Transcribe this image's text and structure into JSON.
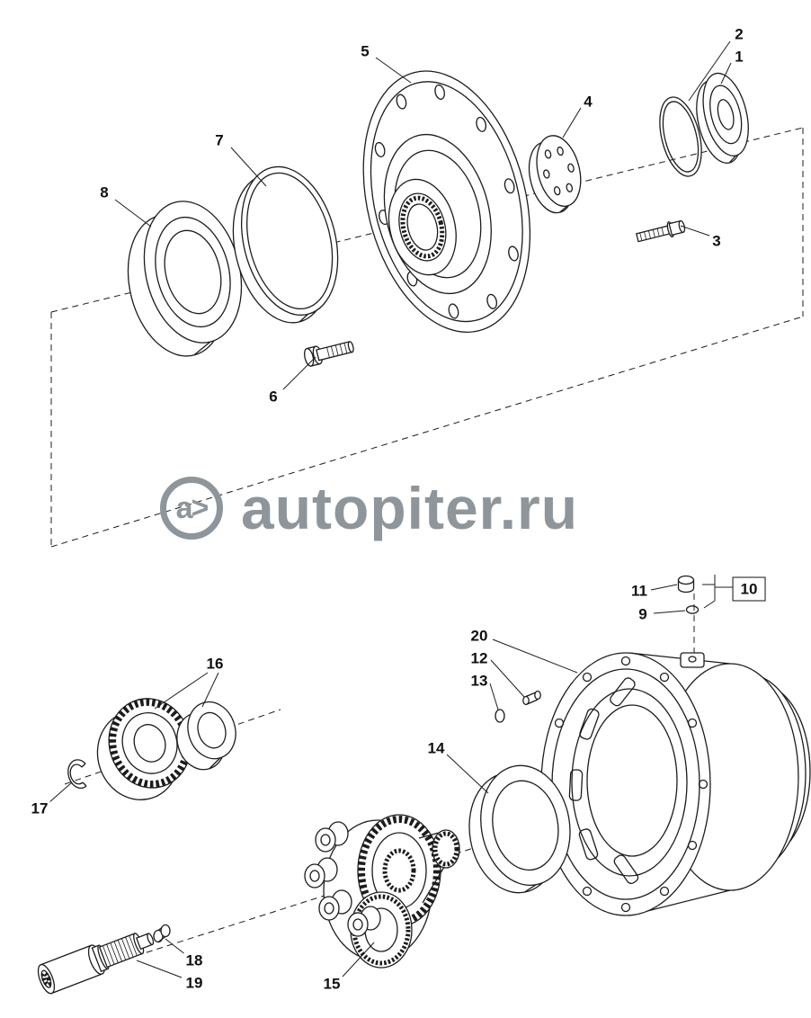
{
  "watermark": {
    "logo": "a>",
    "text": "autopiter.ru",
    "color": "#8e969c"
  },
  "callouts": [
    {
      "label": "1",
      "boxed": false
    },
    {
      "label": "2",
      "boxed": false
    },
    {
      "label": "3",
      "boxed": false
    },
    {
      "label": "4",
      "boxed": false
    },
    {
      "label": "5",
      "boxed": false
    },
    {
      "label": "6",
      "boxed": false
    },
    {
      "label": "7",
      "boxed": false
    },
    {
      "label": "8",
      "boxed": false
    },
    {
      "label": "9",
      "boxed": false
    },
    {
      "label": "10",
      "boxed": true
    },
    {
      "label": "11",
      "boxed": false
    },
    {
      "label": "12",
      "boxed": false
    },
    {
      "label": "13",
      "boxed": false
    },
    {
      "label": "14",
      "boxed": false
    },
    {
      "label": "15",
      "boxed": false
    },
    {
      "label": "16",
      "boxed": false
    },
    {
      "label": "17",
      "boxed": false
    },
    {
      "label": "18",
      "boxed": false
    },
    {
      "label": "19",
      "boxed": false
    },
    {
      "label": "20",
      "boxed": false
    }
  ]
}
